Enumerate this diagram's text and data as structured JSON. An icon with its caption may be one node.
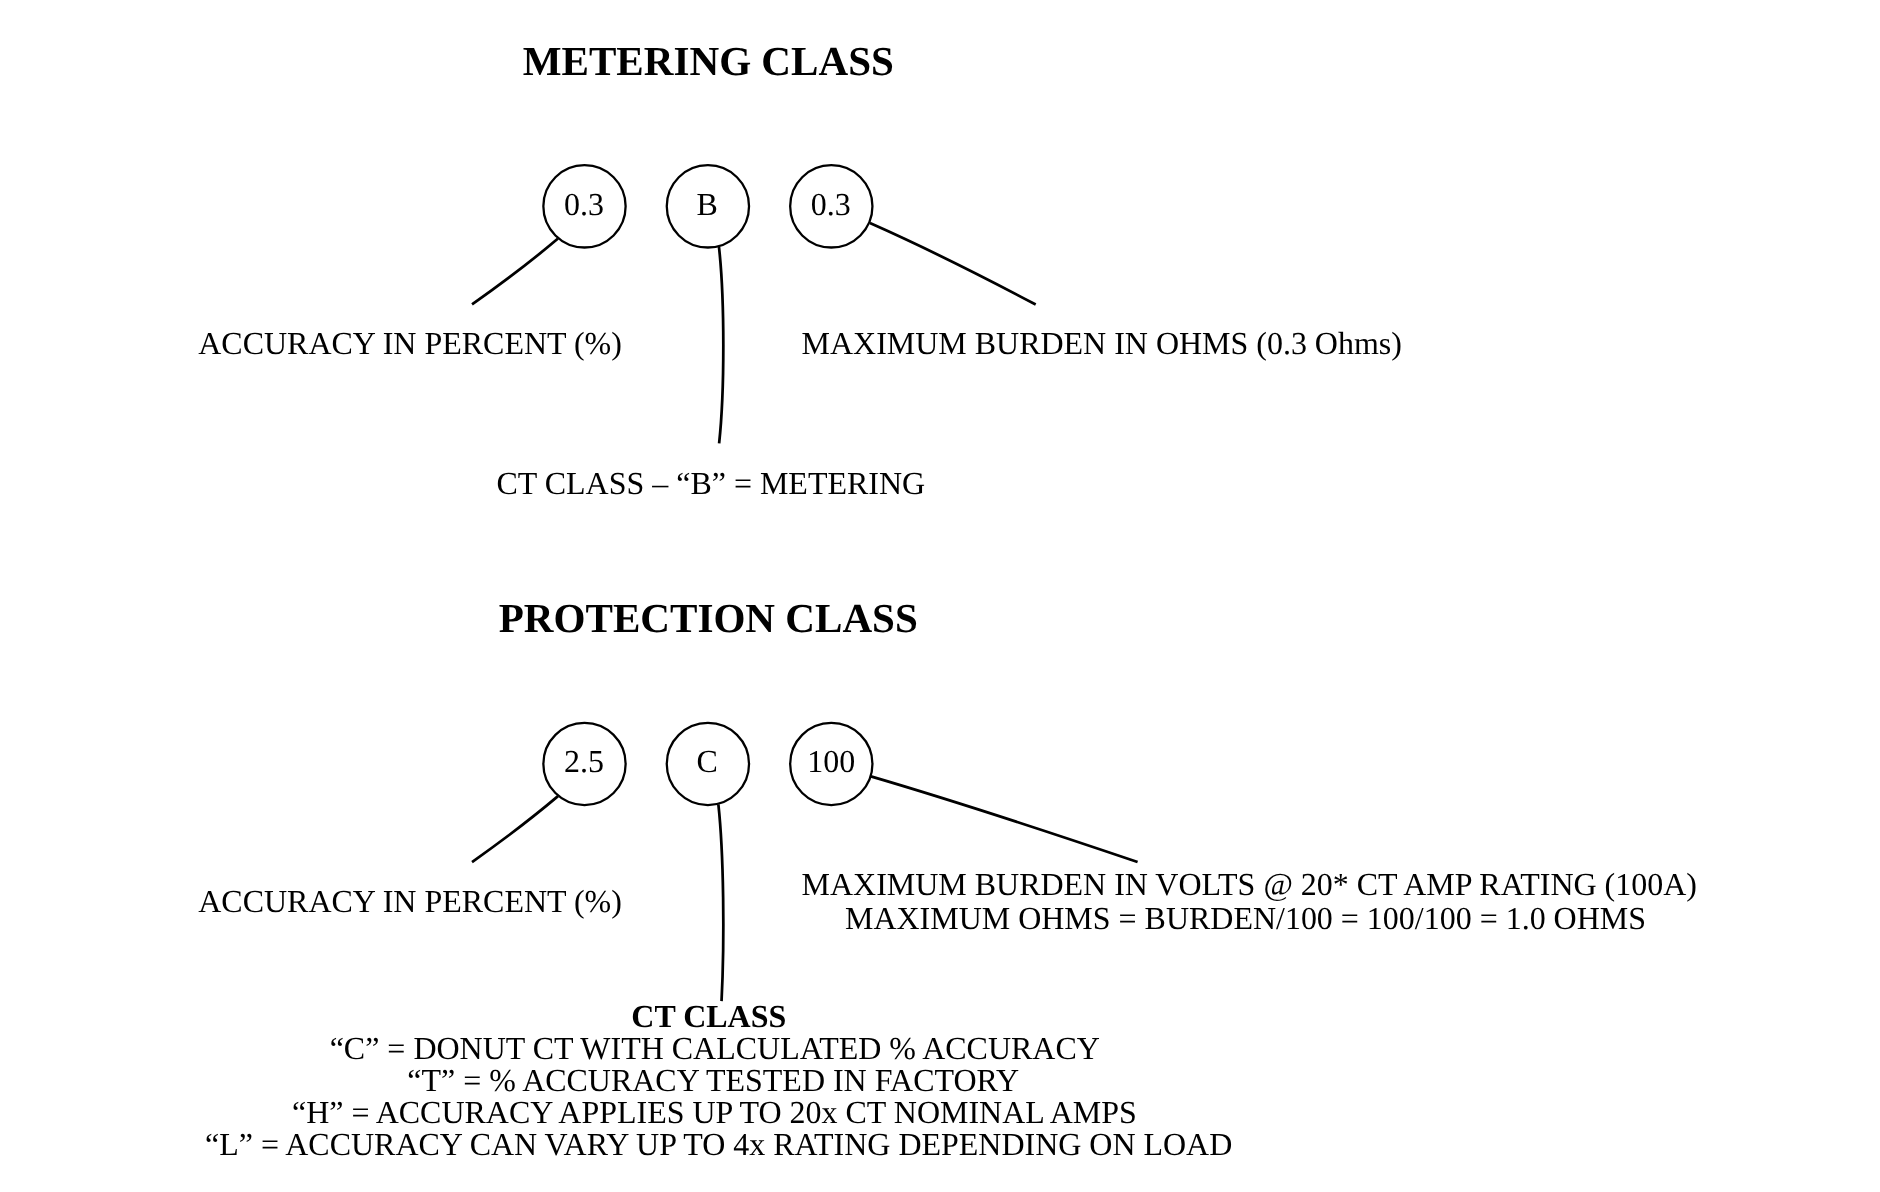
{
  "diagram": {
    "nodes": [
      {
        "text": [
          "0.3"
        ]
      },
      {
        "text": [
          "B"
        ]
      },
      {
        "text": [
          "0.3"
        ]
      },
      {
        "text": [
          "ACCURACY IN PERCENT (%)"
        ]
      },
      {
        "text": [
          "MAXIMUM BURDEN IN OHMS (0.3 Ohms)"
        ]
      },
      {
        "text": [
          "CT CLASS – “B” = METERING"
        ]
      },
      {
        "text": [
          "2.5"
        ]
      },
      {
        "text": [
          "C"
        ]
      },
      {
        "text": [
          "100"
        ]
      },
      {
        "text": [
          "ACCURACY IN PERCENT (%)"
        ]
      },
      {
        "text": [
          "MAXIMUM BURDEN IN VOLTS @ 20* CT AMP RATING (100A)",
          "MAXIMUM OHMS = BURDEN/100 = 100/100 = 1.0 OHMS"
        ]
      },
      {
        "text": [
          "CT CLASS",
          "“C” = DONUT CT WITH CALCULATED % ACCURACY",
          "“T” = % ACCURACY TESTED IN FACTORY",
          "“H” = ACCURACY APPLIES UP TO 20x CT NOMINAL AMPS",
          "“L” = ACCURACY CAN VARY UP TO 4x RATING DEPENDING ON LOAD"
        ]
      }
    ],
    "edges": [
      {
        "from": 3,
        "to": 0,
        "arrow": "none"
      },
      {
        "from": 4,
        "to": 2,
        "arrow": "none"
      },
      {
        "from": 5,
        "to": 1,
        "arrow": "none"
      },
      {
        "from": 9,
        "to": 6,
        "arrow": "none"
      },
      {
        "from": 10,
        "to": 8,
        "arrow": "none"
      },
      {
        "from": 11,
        "to": 7,
        "arrow": "none"
      }
    ],
    "labels": [
      "METERING CLASS",
      "PROTECTION CLASS"
    ]
  }
}
